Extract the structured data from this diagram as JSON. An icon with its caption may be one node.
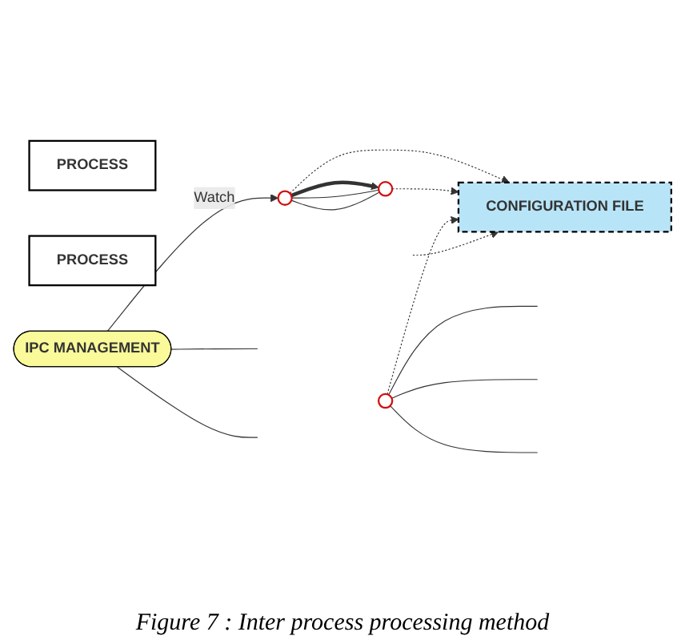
{
  "diagram": {
    "caption": "Figure 7 : Inter process processing method",
    "nodes": [
      {
        "text": [
          "PROCESS"
        ]
      },
      {
        "text": [],
        "shape": "ellipse"
      },
      {
        "text": [],
        "shape": "ellipse"
      },
      {
        "text": [
          "PROCESS"
        ]
      },
      {
        "text": [],
        "shape": "ellipse"
      },
      {
        "text": [
          "CONFIGURATION FILE"
        ]
      },
      {
        "text": [
          "IPC MANAGEMENT"
        ]
      }
    ],
    "edges": [
      {
        "from": 1,
        "to": 2,
        "arrow": "to",
        "style": "thick"
      },
      {
        "from": 1,
        "to": 2,
        "arrow": "none"
      },
      {
        "from": 1,
        "to": 2,
        "arrow": "none"
      },
      {
        "from": 4,
        "to": null,
        "arrow": "none"
      },
      {
        "from": 4,
        "to": null,
        "arrow": "none"
      },
      {
        "from": 4,
        "to": null,
        "arrow": "none"
      },
      {
        "from": 6,
        "to": 1,
        "arrow": "to",
        "label": "Watch"
      },
      {
        "from": 1,
        "to": 5,
        "arrow": "to",
        "style": "dashed"
      },
      {
        "from": 2,
        "to": 5,
        "arrow": "to",
        "style": "dashed"
      },
      {
        "from": 4,
        "to": 5,
        "arrow": "to",
        "style": "dashed"
      },
      {
        "from": null,
        "to": 5,
        "arrow": "to",
        "style": "dashed"
      },
      {
        "from": 6,
        "to": null,
        "arrow": "none"
      },
      {
        "from": 6,
        "to": null,
        "arrow": "none"
      }
    ]
  }
}
